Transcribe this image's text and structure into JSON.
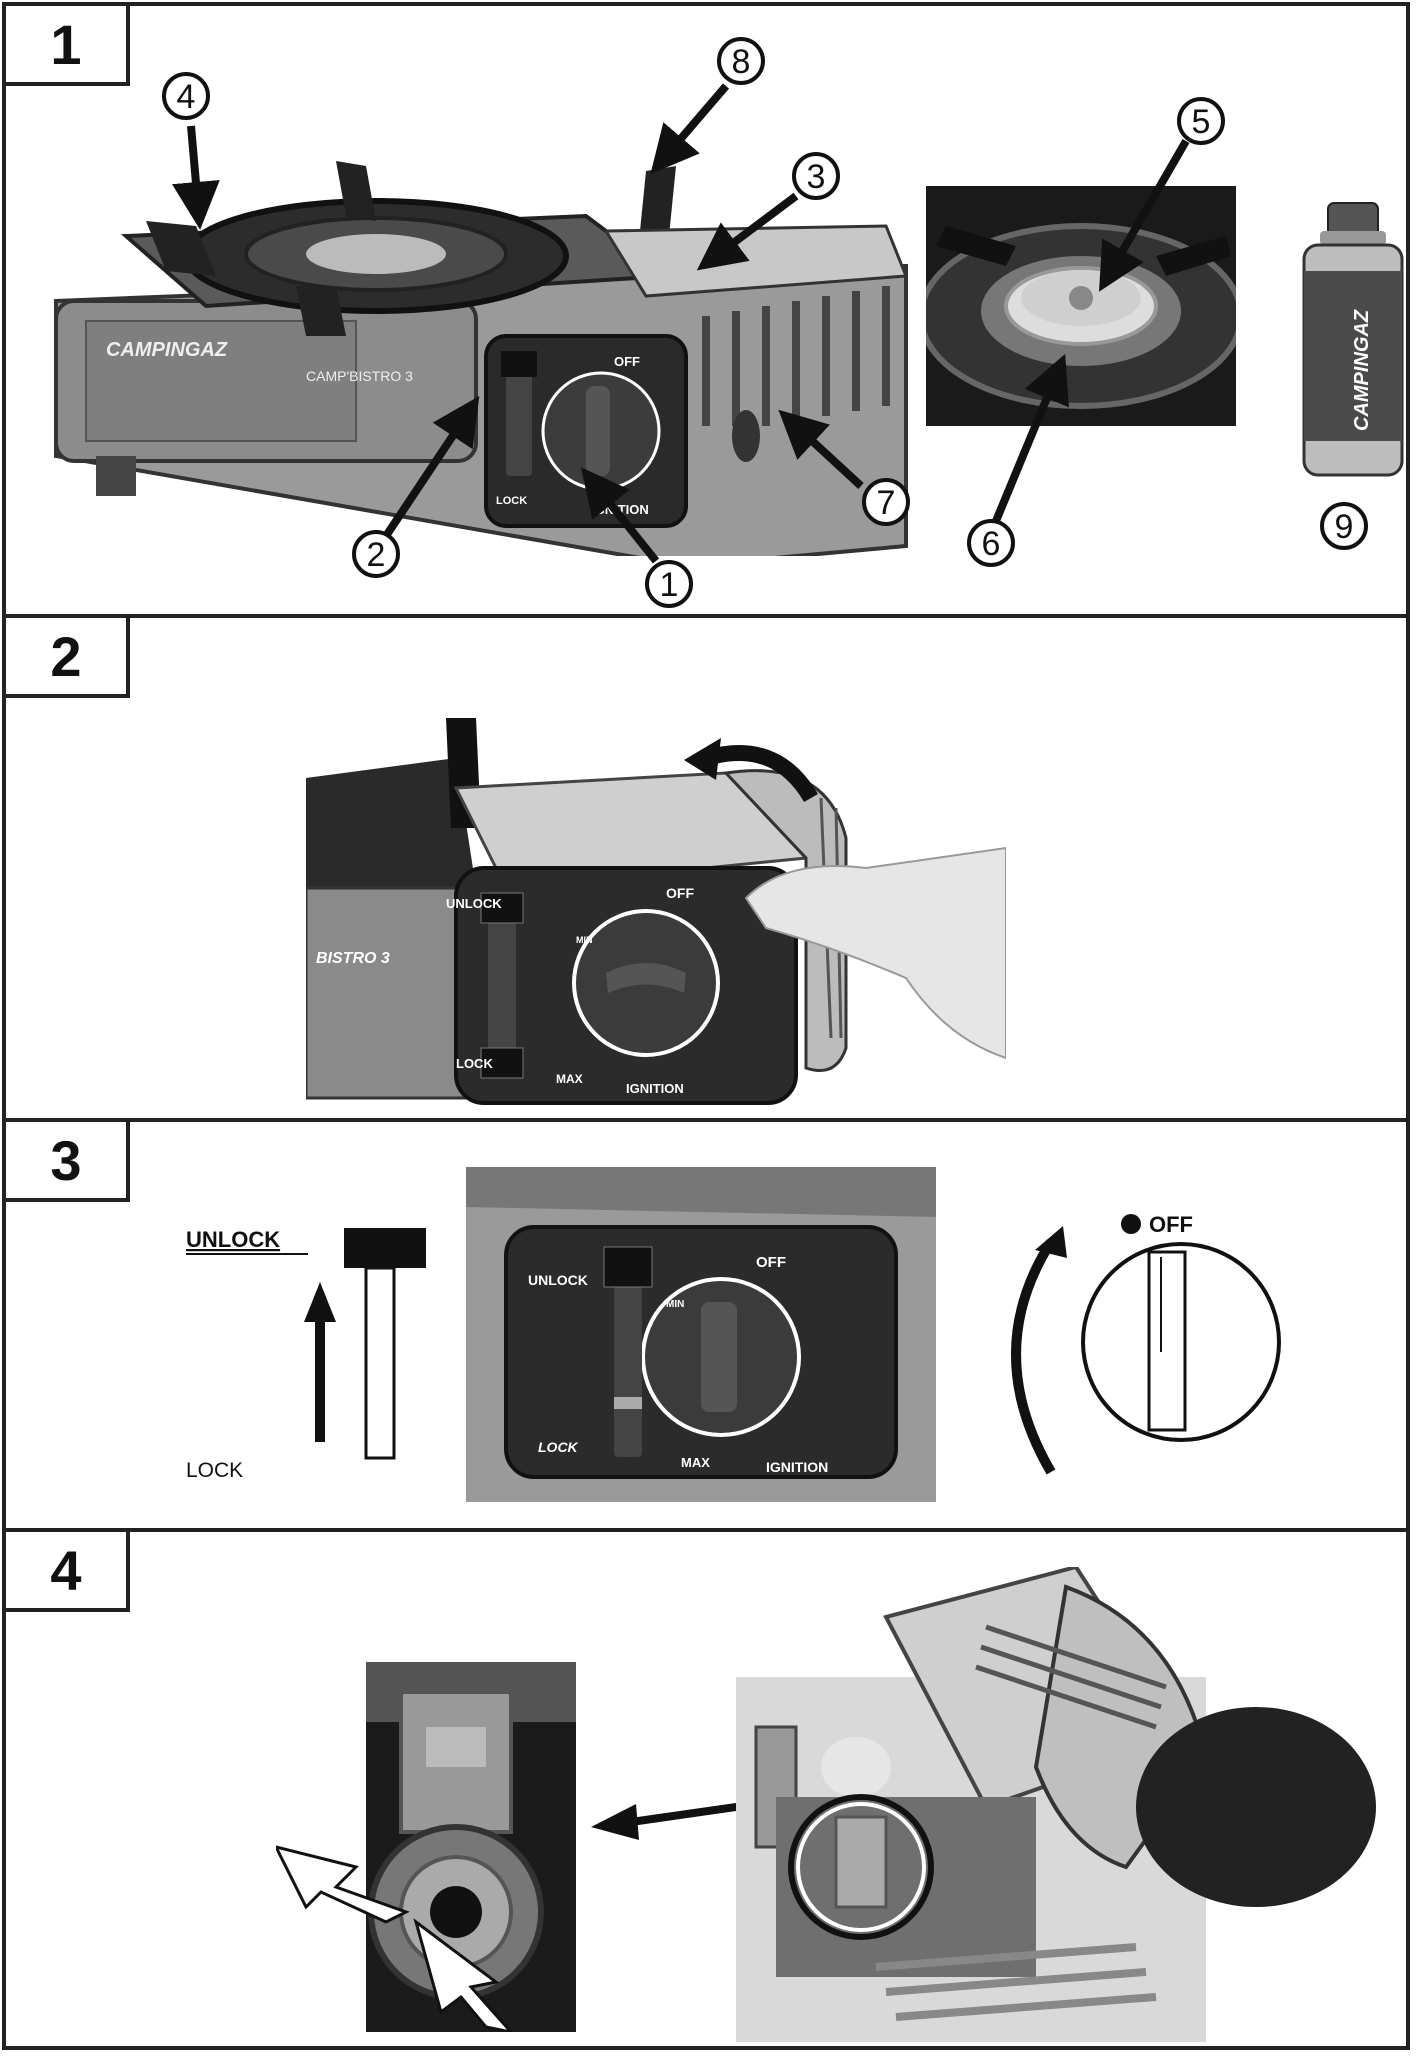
{
  "panels": [
    {
      "number": "1"
    },
    {
      "number": "2"
    },
    {
      "number": "3"
    },
    {
      "number": "4"
    }
  ],
  "panel1": {
    "callouts": [
      "4",
      "8",
      "3",
      "5",
      "2",
      "1",
      "7",
      "6",
      "9"
    ],
    "stove_brand": "CAMPINGAZ",
    "stove_model": "CAMP'BISTRO 3",
    "knob_off": "OFF",
    "knob_ignition": "IGNITION",
    "lever_lock": "LOCK",
    "canister_brand": "CAMPINGAZ"
  },
  "panel2": {
    "lever_unlock": "UNLOCK",
    "lever_lock": "LOCK",
    "stove_model": "BISTRO 3",
    "knob_off": "OFF",
    "knob_min": "MIN",
    "knob_max": "MAX",
    "knob_ignition": "IGNITION"
  },
  "panel3": {
    "unlock_label": "UNLOCK",
    "lock_label": "LOCK",
    "photo_unlock": "UNLOCK",
    "photo_lock": "LOCK",
    "photo_off": "OFF",
    "photo_min": "MIN",
    "photo_max": "MAX",
    "photo_ignition": "IGNITION",
    "knob_off": "OFF"
  },
  "panel4": {}
}
